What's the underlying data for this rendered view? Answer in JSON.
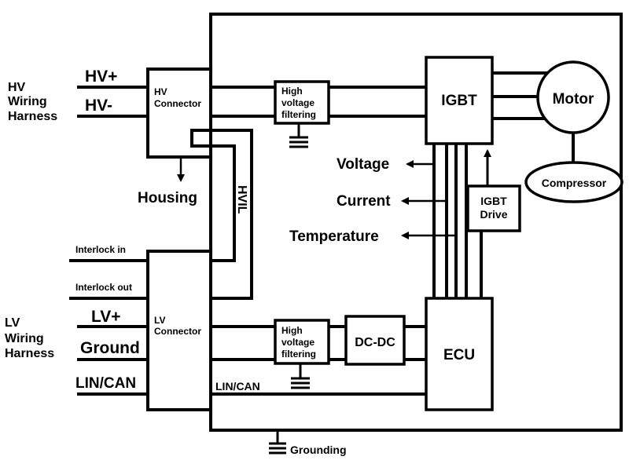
{
  "harness": {
    "hv_title": [
      "HV",
      "Wiring",
      "Harness"
    ],
    "lv_title": [
      "LV",
      "Wiring",
      "Harness"
    ],
    "hv_plus": "HV+",
    "hv_minus": "HV-",
    "interlock_in": "Interlock in",
    "interlock_out": "Interlock out",
    "lv_plus": "LV+",
    "ground": "Ground",
    "lin_can": "LIN/CAN"
  },
  "connectors": {
    "hv": [
      "HV",
      "Connector"
    ],
    "lv": [
      "LV",
      "Connector"
    ]
  },
  "housing": "Housing",
  "hvil": "HVIL",
  "filters": {
    "top": [
      "High",
      "voltage",
      "filtering"
    ],
    "bottom": [
      "High",
      "voltage",
      "filtering"
    ]
  },
  "dcdc": "DC-DC",
  "igbt": "IGBT",
  "igbt_drive": [
    "IGBT",
    "Drive"
  ],
  "ecu": "ECU",
  "motor": "Motor",
  "compressor": "Compressor",
  "signals": {
    "voltage": "Voltage",
    "current": "Current",
    "temperature": "Temperature"
  },
  "internal_lin_can": "LIN/CAN",
  "grounding": "Grounding"
}
